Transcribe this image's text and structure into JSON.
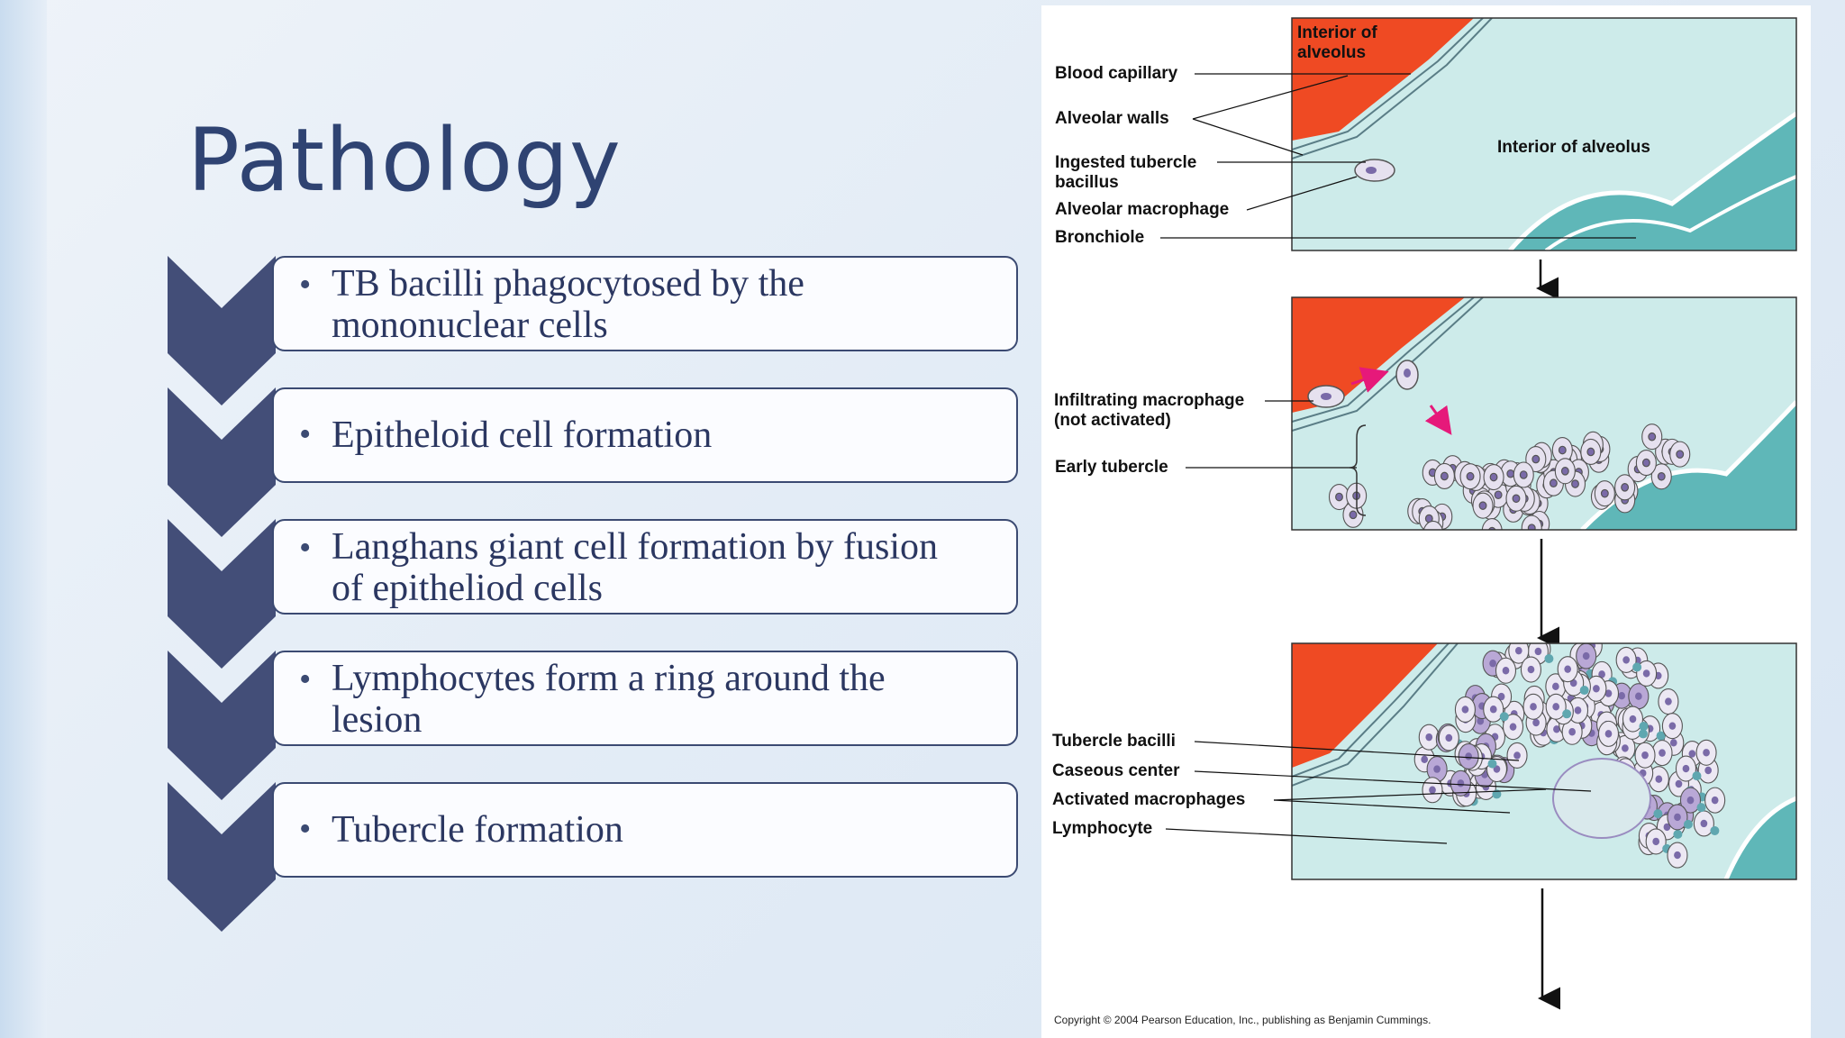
{
  "slide": {
    "title": "Pathology",
    "steps": [
      {
        "bullet": "•",
        "line1": "TB bacilli phagocytosed by the",
        "line2": "mononuclear cells"
      },
      {
        "bullet": "•",
        "line1": "Epitheloid cell formation",
        "line2": ""
      },
      {
        "bullet": "•",
        "line1": "Langhans giant cell formation by fusion",
        "line2": "of epitheliod cells"
      },
      {
        "bullet": "•",
        "line1": "Lymphocytes form a ring around the",
        "line2": "lesion"
      },
      {
        "bullet": "•",
        "line1": "Tubercle formation",
        "line2": ""
      }
    ],
    "colors": {
      "title": "#2f4372",
      "chevron": "#434e78",
      "box_border": "#3b4a72",
      "capillary": "#ef4a23",
      "alveolus": "#cdebea",
      "bronchiole": "#5fb7b8"
    }
  },
  "figure": {
    "panel1": {
      "interior_top": [
        "Interior of",
        "alveolus"
      ],
      "interior_main": "Interior of alveolus",
      "labels": [
        "Blood capillary",
        "Alveolar walls",
        "Ingested tubercle",
        "bacillus",
        "Alveolar macrophage",
        "Bronchiole"
      ]
    },
    "panel2": {
      "labels": [
        "Infiltrating macrophage",
        "(not activated)",
        "Early tubercle"
      ]
    },
    "panel3": {
      "labels": [
        "Tubercle bacilli",
        "Caseous center",
        "Activated macrophages",
        "Lymphocyte"
      ]
    },
    "copyright": "Copyright © 2004 Pearson Education, Inc., publishing as Benjamin Cummings."
  }
}
